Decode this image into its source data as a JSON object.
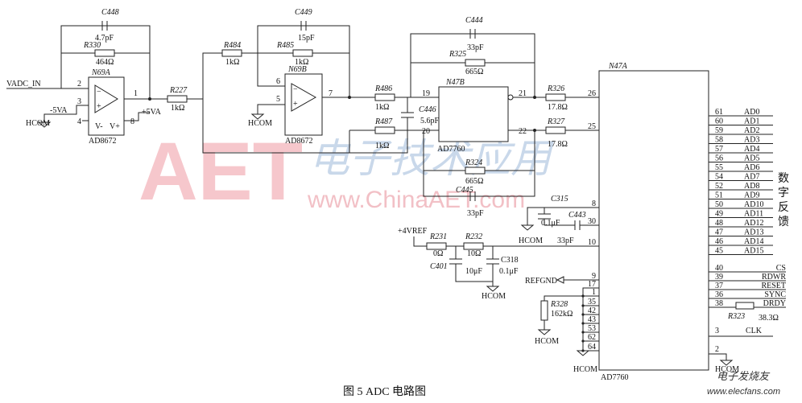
{
  "watermark": {
    "brand": "AET",
    "cn": "电子技术应用",
    "url": "www.ChinaAET.com"
  },
  "caption": "图 5   ADC 电路图",
  "stamp": {
    "cn": "电子发烧友",
    "url": "www.elecfans.com"
  },
  "nets": {
    "vadc_in": "VADC_IN",
    "hcom": "HCOM",
    "neg5": "-5VA",
    "pos5": "+5VA",
    "vref": "+4VREF",
    "refgnd": "REFGND"
  },
  "stage1": {
    "ref": "N69A",
    "part": "AD8672",
    "pins": {
      "inv": "2",
      "noninv": "3",
      "out": "1",
      "vneg": "4",
      "vpos": "8"
    },
    "vneg_label": "V-",
    "vpos_label": "V+",
    "c_ref": "C448",
    "c_val": "4.7pF",
    "r_ref": "R330",
    "r_val": "464Ω"
  },
  "r227": {
    "ref": "R227",
    "val": "1kΩ"
  },
  "r484": {
    "ref": "R484",
    "val": "1kΩ"
  },
  "stage2": {
    "ref": "N69B",
    "part": "AD8672",
    "pins": {
      "inv": "6",
      "noninv": "5",
      "out": "7"
    },
    "c_ref": "C449",
    "c_val": "15pF",
    "r_ref": "R485",
    "r_val": "1kΩ"
  },
  "r486": {
    "ref": "R486",
    "val": "1kΩ"
  },
  "r487": {
    "ref": "R487",
    "val": "1kΩ"
  },
  "c446": {
    "ref": "C446",
    "val": "5.6pF"
  },
  "stage3": {
    "ref": "N47B",
    "part": "AD7760",
    "pins": {
      "in_p": "19",
      "in_n": "20",
      "out_p": "21",
      "out_n": "22"
    },
    "c_top_ref": "C444",
    "c_top_val": "33pF",
    "r_top_ref": "R325",
    "r_top_val": "665Ω",
    "r_bot_ref": "R324",
    "r_bot_val": "665Ω",
    "c_bot_ref": "C445",
    "c_bot_val": "33pF"
  },
  "r326": {
    "ref": "R326",
    "val": "17.8Ω"
  },
  "r327": {
    "ref": "R327",
    "val": "17.8Ω"
  },
  "c315": {
    "ref": "C315",
    "val": "0.1μF"
  },
  "c443": {
    "ref": "C443",
    "val": "33pF"
  },
  "r231": {
    "ref": "R231",
    "val": "0Ω"
  },
  "r232": {
    "ref": "R232",
    "val": "10Ω"
  },
  "c401": {
    "ref": "C401",
    "val": "10μF"
  },
  "c318": {
    "ref": "C318",
    "val": "0.1μF"
  },
  "r328": {
    "ref": "R328",
    "val": "162kΩ"
  },
  "r323": {
    "ref": "R323",
    "val": "38.3Ω"
  },
  "chip": {
    "ref": "N47A",
    "part": "AD7760",
    "left_pins": [
      "26",
      "25",
      "8",
      "30",
      "10",
      "9",
      "17",
      "1",
      "35",
      "42",
      "43",
      "53",
      "62",
      "64"
    ],
    "data_pins": [
      {
        "pin": "61",
        "name": "AD0"
      },
      {
        "pin": "60",
        "name": "AD1"
      },
      {
        "pin": "59",
        "name": "AD2"
      },
      {
        "pin": "58",
        "name": "AD3"
      },
      {
        "pin": "57",
        "name": "AD4"
      },
      {
        "pin": "56",
        "name": "AD5"
      },
      {
        "pin": "55",
        "name": "AD6"
      },
      {
        "pin": "54",
        "name": "AD7"
      },
      {
        "pin": "52",
        "name": "AD8"
      },
      {
        "pin": "51",
        "name": "AD9"
      },
      {
        "pin": "50",
        "name": "AD10"
      },
      {
        "pin": "49",
        "name": "AD11"
      },
      {
        "pin": "48",
        "name": "AD12"
      },
      {
        "pin": "47",
        "name": "AD13"
      },
      {
        "pin": "46",
        "name": "AD14"
      },
      {
        "pin": "45",
        "name": "AD15"
      }
    ],
    "ctrl_pins": [
      {
        "pin": "40",
        "name": "CS"
      },
      {
        "pin": "39",
        "name": "RDWR"
      },
      {
        "pin": "37",
        "name": "RESET"
      },
      {
        "pin": "36",
        "name": "SYNC"
      },
      {
        "pin": "38",
        "name": "DRDY"
      }
    ],
    "clk_pin": {
      "pin": "3",
      "name": "CLK"
    },
    "gnd_pin": "2",
    "side_label": [
      "数",
      "字",
      "反",
      "馈"
    ]
  }
}
